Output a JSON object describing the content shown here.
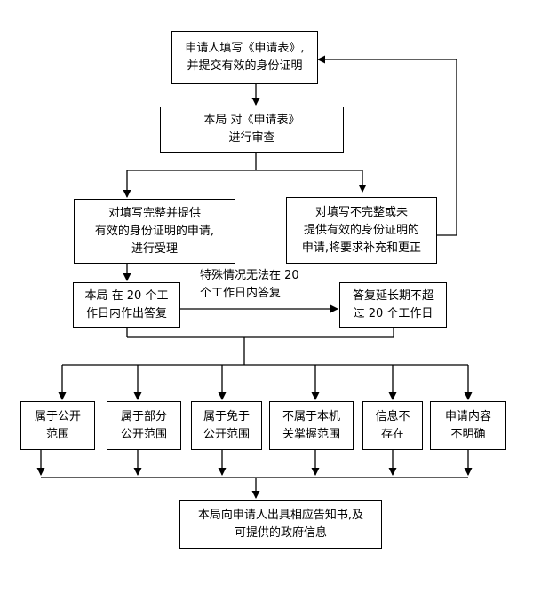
{
  "nodes": {
    "apply": "申请人填写《申请表》,\n并提交有效的身份证明",
    "review": "本局 对《申请表》\n进行审查",
    "accept": "对填写完整并提供\n有效的身份证明的申请,\n进行受理",
    "supplement": "对填写不完整或未\n提供有效的身份证明的\n申请,将要求补充和更正",
    "reply": "本局 在 20 个工\n作日内作出答复",
    "extend": "答复延长期不超\n过 20 个工作日",
    "public": "属于公开\n范围",
    "partial": "属于部分\n公开范围",
    "exempt": "属于免于\n公开范围",
    "not_ours": "不属于本机\n关掌握范围",
    "not_exist": "信息不\n存在",
    "unclear": "申请内容\n不明确",
    "notice": "本局向申请人出具相应告知书,及\n可提供的政府信息"
  },
  "annotations": {
    "special_case": "特殊情况无法在 20\n个工作日内答复"
  }
}
